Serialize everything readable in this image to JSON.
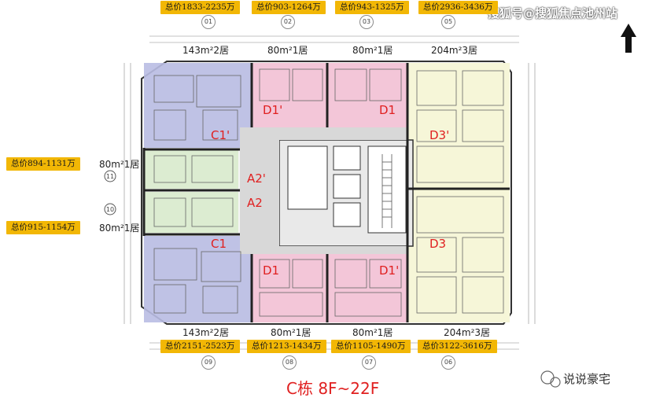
{
  "title": "C栋 8F~22F",
  "watermark": "搜狐号@搜狐焦点池州站",
  "brand": "说说豪宅",
  "compass": "north-arrow-icon",
  "colors": {
    "blue": "#b9bde3",
    "pink": "#f3c6d8",
    "yellow": "#f6f6d8",
    "green": "#dcecd1",
    "price_bg": "#f2b705",
    "tag": "#e02020"
  },
  "top_prices": [
    {
      "price": "总价1833-2235万",
      "no": "01"
    },
    {
      "price": "总价903-1264万",
      "no": "02"
    },
    {
      "price": "总价943-1325万",
      "no": "03"
    },
    {
      "price": "总价2936-3436万",
      "no": "05"
    }
  ],
  "bottom_prices": [
    {
      "price": "总价2151-2523万",
      "no": "09"
    },
    {
      "price": "总价1213-1434万",
      "no": "08"
    },
    {
      "price": "总价1105-1490万",
      "no": "07"
    },
    {
      "price": "总价3122-3616万",
      "no": "06"
    }
  ],
  "left_prices": [
    {
      "price": "总价894-1131万",
      "label": "80m²1居"
    },
    {
      "price": "总价915-1154万",
      "label": "80m²1居"
    }
  ],
  "top_labels": [
    "143m²2居",
    "80m²1居",
    "80m²1居",
    "204m²3居"
  ],
  "bottom_labels": [
    "143m²2居",
    "80m²1居",
    "80m²1居",
    "204m²3居"
  ],
  "zones": [
    "C1'",
    "D1'",
    "D1",
    "D3'",
    "A2'",
    "A2",
    "C1",
    "D1",
    "D1'",
    "D3"
  ],
  "axis_marks": [
    "11",
    "10"
  ]
}
